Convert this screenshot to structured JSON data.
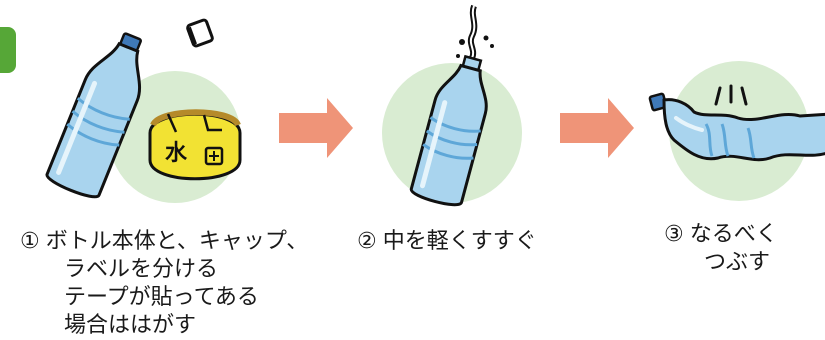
{
  "steps": [
    {
      "number": "①",
      "lines": [
        "ボトル本体と、キャップ、",
        "ラベルを分ける",
        "テープが貼ってある",
        "場合ははがす"
      ],
      "label_text": [
        "水"
      ]
    },
    {
      "number": "②",
      "lines": [
        "中を軽くすすぐ"
      ]
    },
    {
      "number": "③",
      "lines": [
        "なるべく",
        "つぶす"
      ]
    }
  ],
  "colors": {
    "circle": "#d9ecd2",
    "arrow": "#ef9478",
    "bottle": "#a9d4ee",
    "bottle_dark": "#5ea7d8",
    "label": "#f2e233",
    "badge": "#56a737"
  },
  "icons": [
    "recycle-mark-icon",
    "step-arrow-icon",
    "crush-lines-icon",
    "water-splash-icon"
  ]
}
